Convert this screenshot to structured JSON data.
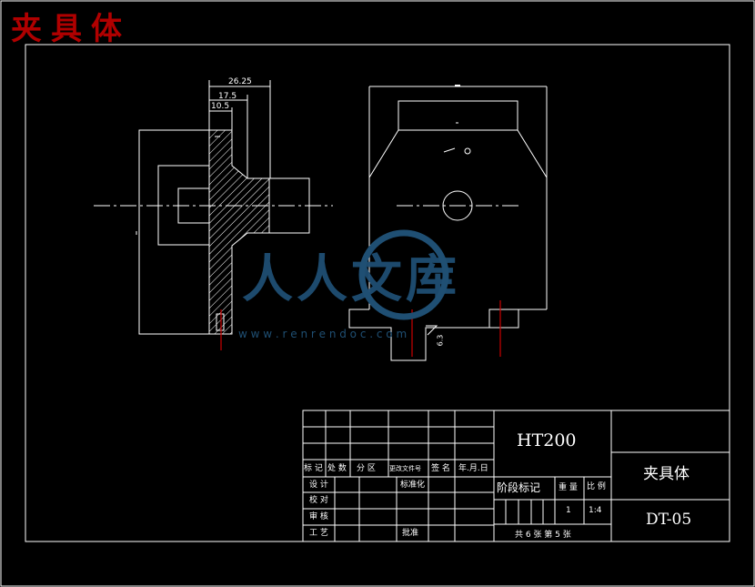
{
  "header": {
    "title": "夹具体"
  },
  "drawing": {
    "dims": [
      "26.25",
      "17.5",
      "10.5"
    ],
    "rough_label": "6.3"
  },
  "title_block": {
    "material": "HT200",
    "part_name": "夹具体",
    "drawing_no": "DT-05",
    "rev_row": [
      "标 记",
      "处 数",
      "分 区",
      "更改文件号",
      "签 名",
      "年.月.日"
    ],
    "design": "设 计",
    "standardize": "标准化",
    "check": "校 对",
    "review": "审 核",
    "process": "工 艺",
    "approve": "批准",
    "stage_label": "阶段标记",
    "weight_label": "重 量",
    "scale_label": "比 例",
    "qty": "1",
    "scale": "1:4",
    "sheets": "共 6 张  第 5 张"
  },
  "watermark": {
    "text": "人人文库",
    "url": "w w w . r e n r e n d o c . c o m"
  },
  "colors": {
    "line": "#ffffff",
    "red": "#cc0000",
    "title": "#b00000",
    "watermark": "#1f4f73"
  }
}
